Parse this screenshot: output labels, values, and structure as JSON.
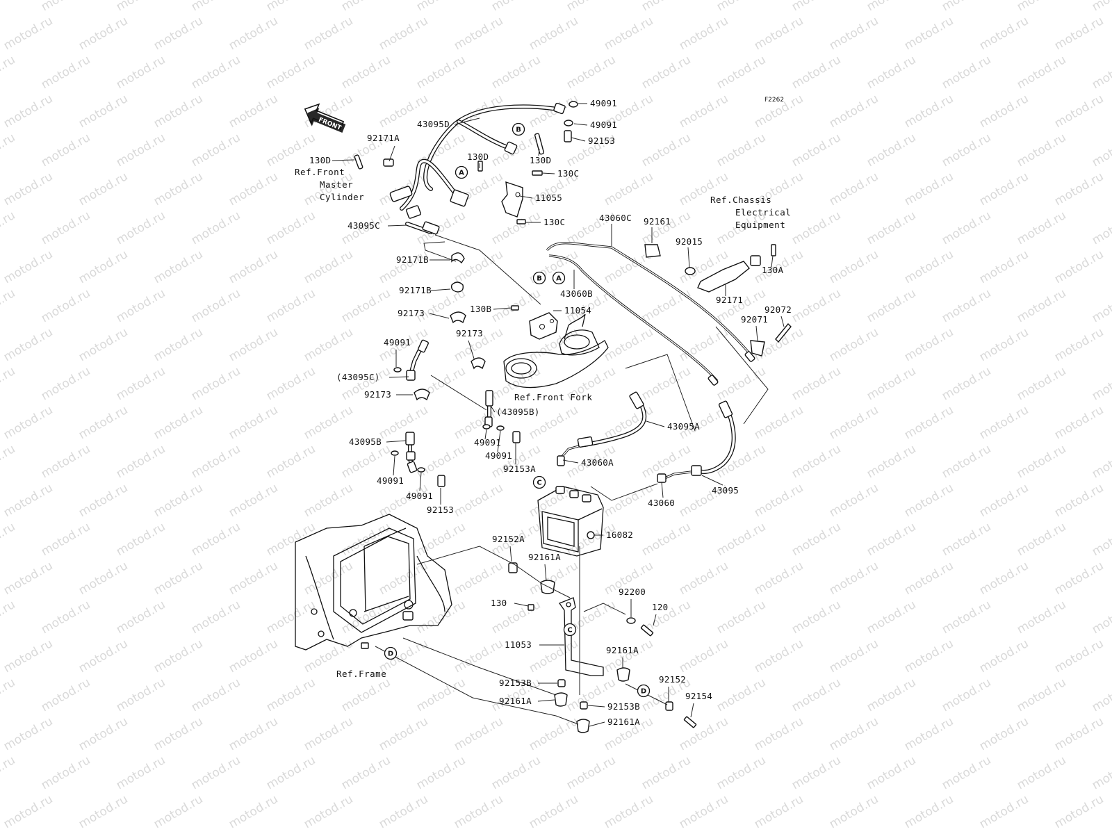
{
  "diagram_code": "F2262",
  "watermark": "motod.ru",
  "front_arrow": "FRONT",
  "connectors": [
    "A",
    "B",
    "C",
    "D"
  ],
  "refs": {
    "front_master_cylinder": [
      "Ref.Front",
      "Master",
      "Cylinder"
    ],
    "chassis_electrical": [
      "Ref.Chassis",
      "Electrical",
      "Equipment"
    ],
    "front_fork": "Ref.Front Fork",
    "frame": "Ref.Frame"
  },
  "labels": [
    {
      "id": "l-49091-a",
      "text": "49091"
    },
    {
      "id": "l-43095d",
      "text": "43095D"
    },
    {
      "id": "l-49091-b",
      "text": "49091"
    },
    {
      "id": "l-92153-a",
      "text": "92153"
    },
    {
      "id": "l-92171a",
      "text": "92171A"
    },
    {
      "id": "l-130d-a",
      "text": "130D"
    },
    {
      "id": "l-130d-b",
      "text": "130D"
    },
    {
      "id": "l-130d-c",
      "text": "130D"
    },
    {
      "id": "l-130c-a",
      "text": "130C"
    },
    {
      "id": "l-11055",
      "text": "11055"
    },
    {
      "id": "l-130c-b",
      "text": "130C"
    },
    {
      "id": "l-43095c",
      "text": "43095C"
    },
    {
      "id": "l-43060c",
      "text": "43060C"
    },
    {
      "id": "l-92161",
      "text": "92161"
    },
    {
      "id": "l-92015",
      "text": "92015"
    },
    {
      "id": "l-130a",
      "text": "130A"
    },
    {
      "id": "l-92171b-a",
      "text": "92171B"
    },
    {
      "id": "l-43060b",
      "text": "43060B"
    },
    {
      "id": "l-92171b-b",
      "text": "92171B"
    },
    {
      "id": "l-92171",
      "text": "92171"
    },
    {
      "id": "l-130b",
      "text": "130B"
    },
    {
      "id": "l-11054",
      "text": "11054"
    },
    {
      "id": "l-92072",
      "text": "92072"
    },
    {
      "id": "l-92173-a",
      "text": "92173"
    },
    {
      "id": "l-92071",
      "text": "92071"
    },
    {
      "id": "l-92173-b",
      "text": "92173"
    },
    {
      "id": "l-49091-c",
      "text": "49091"
    },
    {
      "id": "l-43095c-p",
      "text": "(43095C)"
    },
    {
      "id": "l-92173-c",
      "text": "92173"
    },
    {
      "id": "l-43095b-p",
      "text": "(43095B)"
    },
    {
      "id": "l-43095a",
      "text": "43095A"
    },
    {
      "id": "l-43095b",
      "text": "43095B"
    },
    {
      "id": "l-49091-d",
      "text": "49091"
    },
    {
      "id": "l-49091-e",
      "text": "49091"
    },
    {
      "id": "l-92153a",
      "text": "92153A"
    },
    {
      "id": "l-43060a",
      "text": "43060A"
    },
    {
      "id": "l-49091-f",
      "text": "49091"
    },
    {
      "id": "l-49091-g",
      "text": "49091"
    },
    {
      "id": "l-92153-b",
      "text": "92153"
    },
    {
      "id": "l-43060",
      "text": "43060"
    },
    {
      "id": "l-43095",
      "text": "43095"
    },
    {
      "id": "l-16082",
      "text": "16082"
    },
    {
      "id": "l-92152a",
      "text": "92152A"
    },
    {
      "id": "l-92161a-a",
      "text": "92161A"
    },
    {
      "id": "l-92200",
      "text": "92200"
    },
    {
      "id": "l-130",
      "text": "130"
    },
    {
      "id": "l-120",
      "text": "120"
    },
    {
      "id": "l-11053",
      "text": "11053"
    },
    {
      "id": "l-92161a-b",
      "text": "92161A"
    },
    {
      "id": "l-92152",
      "text": "92152"
    },
    {
      "id": "l-92153b-a",
      "text": "92153B"
    },
    {
      "id": "l-92154",
      "text": "92154"
    },
    {
      "id": "l-92161a-c",
      "text": "92161A"
    },
    {
      "id": "l-92153b-b",
      "text": "92153B"
    },
    {
      "id": "l-92161a-d",
      "text": "92161A"
    }
  ]
}
